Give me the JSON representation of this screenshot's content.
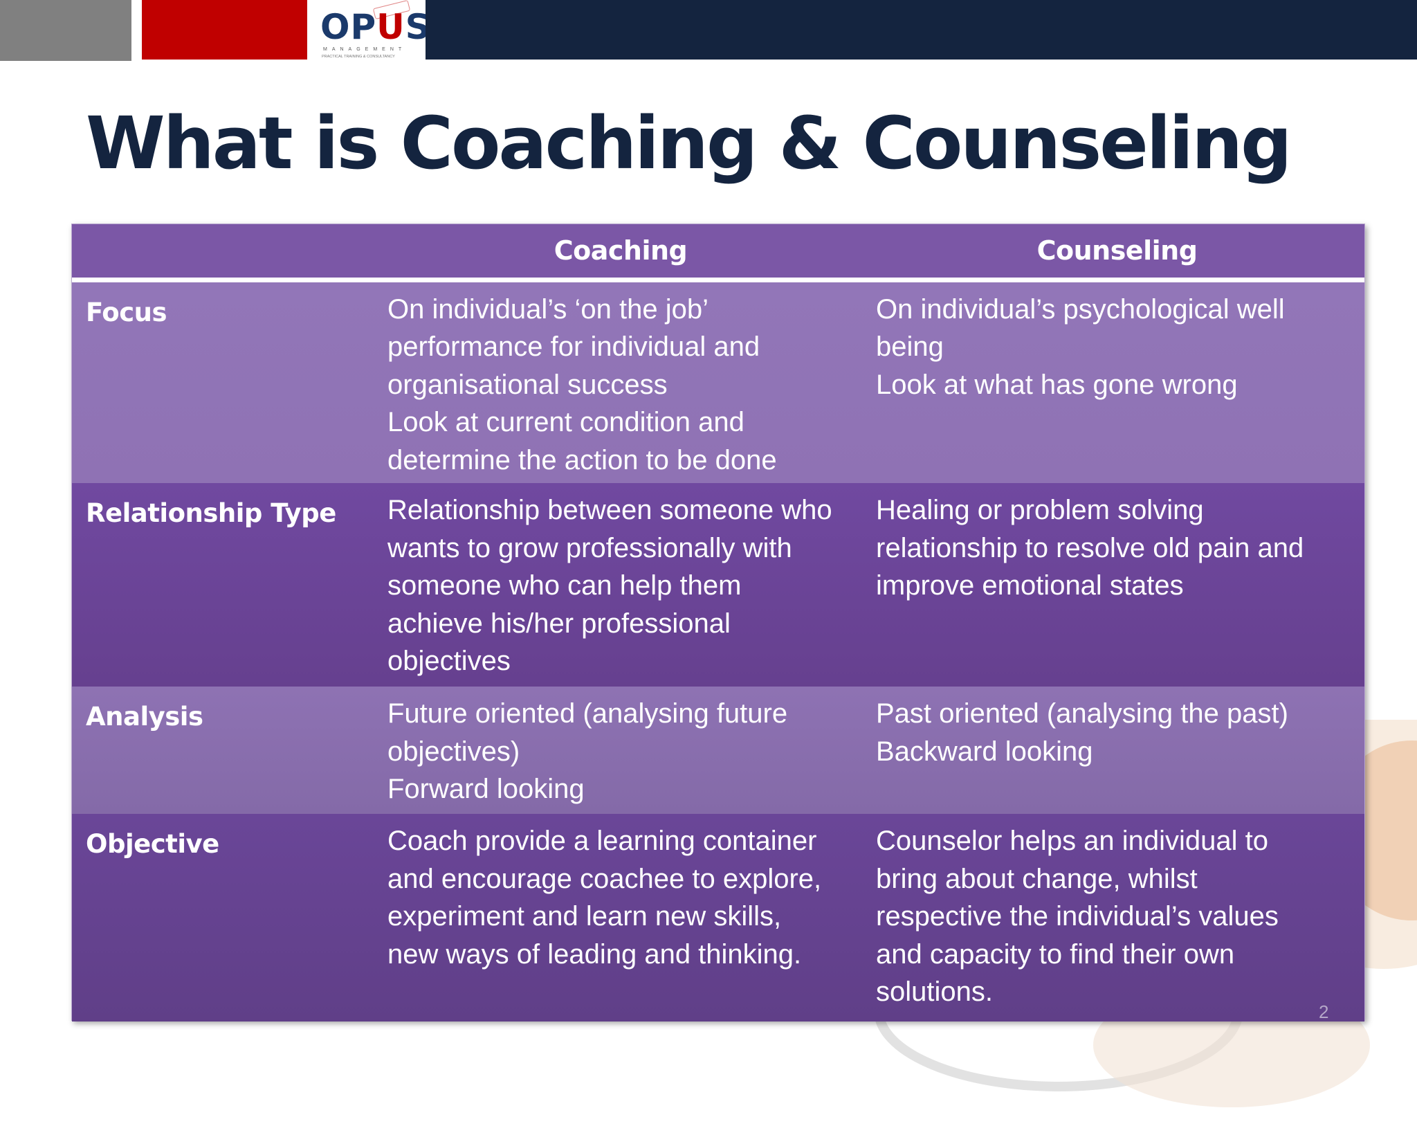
{
  "header": {
    "logo": {
      "word_start": "OP",
      "word_u": "U",
      "word_end": "S",
      "subtitle": "MANAGEMENT",
      "tagline": "PRACTICAL TRAINING & CONSULTANCY"
    },
    "colors": {
      "gray": "#808080",
      "red": "#c00000",
      "navy": "#14243f"
    }
  },
  "slide": {
    "title": "What is Coaching & Counseling",
    "page_number": "2"
  },
  "table": {
    "columns": [
      "",
      "Coaching",
      "Counseling"
    ],
    "rows": [
      {
        "label": "Focus",
        "coaching": [
          "On individual’s  ‘on the job’",
          "performance for individual and",
          "organisational success",
          "Look at current condition and",
          "determine the action to be done"
        ],
        "counseling": [
          "On individual’s psychological well",
          "being",
          "Look at what has gone wrong"
        ]
      },
      {
        "label": "Relationship Type",
        "coaching": [
          "Relationship between someone who",
          "wants to grow professionally with",
          "someone who can help them",
          "achieve his/her professional",
          "objectives"
        ],
        "counseling": [
          "Healing or problem solving",
          "relationship to resolve old pain and",
          "improve emotional states"
        ]
      },
      {
        "label": "Analysis",
        "coaching": [
          "Future oriented (analysing future",
          "objectives)",
          "Forward looking"
        ],
        "counseling": [
          "Past oriented (analysing the past)",
          "Backward looking"
        ]
      },
      {
        "label": "Objective",
        "coaching": [
          "Coach provide a learning container",
          "and encourage coachee to explore,",
          "experiment and learn new skills,",
          "new ways of leading and thinking."
        ],
        "counseling": [
          "Counselor helps an individual to",
          "bring about change, whilst",
          "respective the individual’s values",
          "and capacity to find their own",
          "solutions."
        ]
      }
    ]
  }
}
